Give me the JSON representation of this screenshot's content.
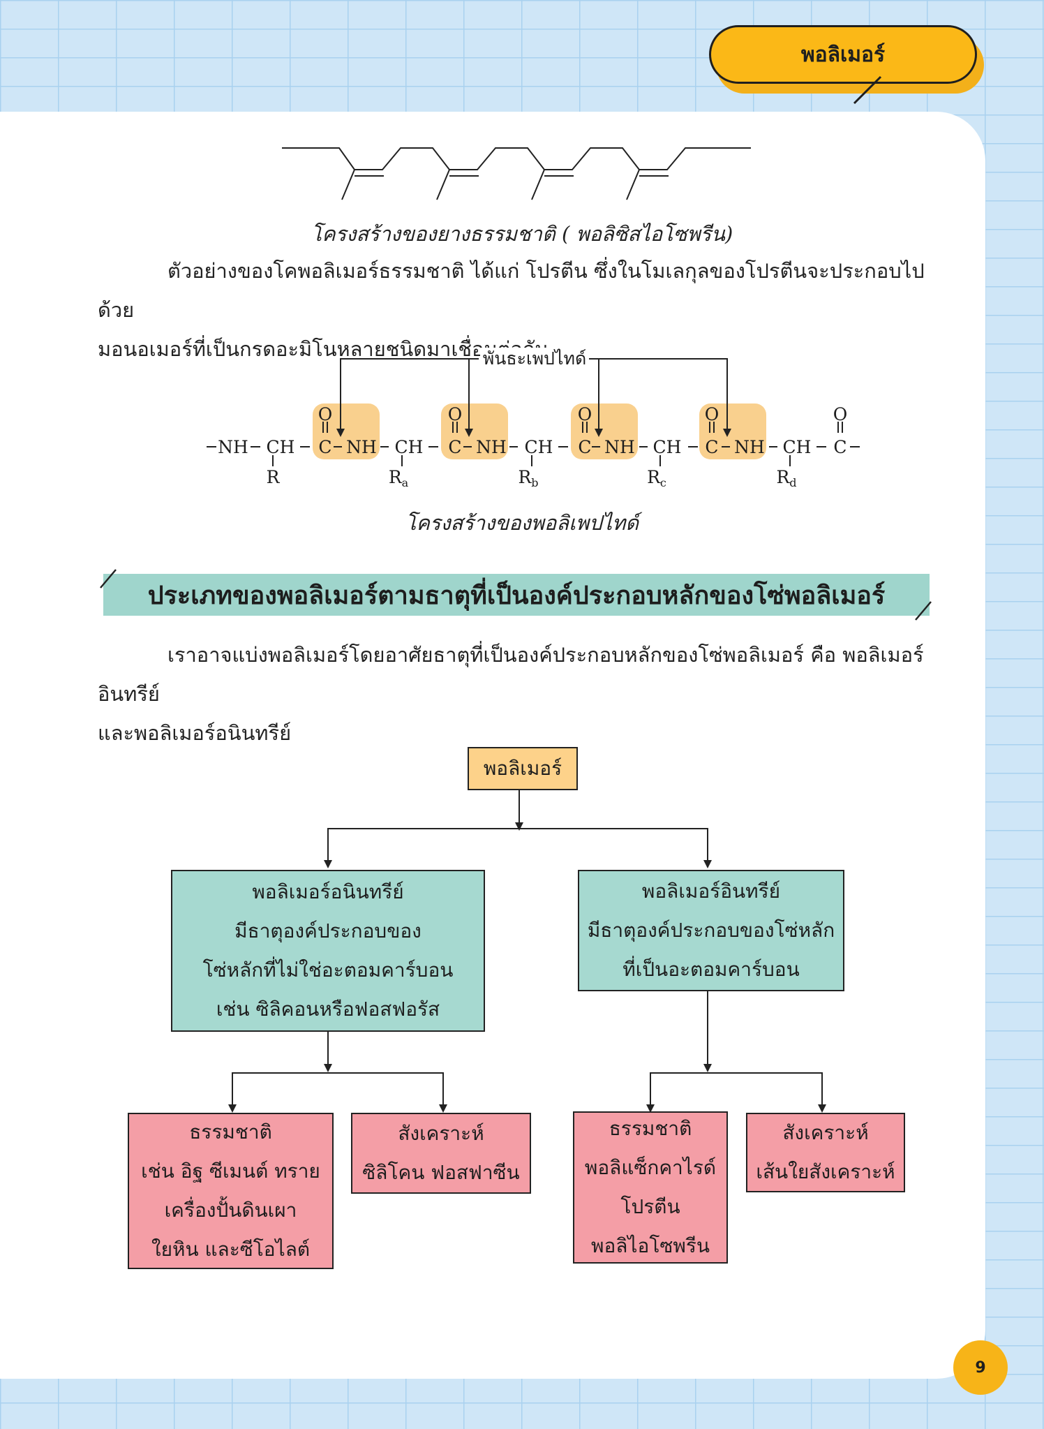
{
  "tag": "พอลิเมอร์",
  "rubber_caption": "โครงสร้างของยางธรรมชาติ ( พอลิซิสไอโซพรีน)",
  "para1": {
    "line1": "ตัวอย่างของโคพอลิเมอร์ธรรมชาติ ได้แก่ โปรตีน ซึ่งในโมเลกุลของโปรตีนจะประกอบไปด้วย",
    "line2": "มอนอเมอร์ที่เป็นกรดอะมิโนหลายชนิดมาเชื่อมต่อกัน"
  },
  "peptide": {
    "bond_label": "พันธะเพปไทด์",
    "caption": "โครงสร้างของพอลิเพปไทด์",
    "groups": {
      "nh": "NH",
      "ch": "CH",
      "c": "C",
      "o": "O",
      "r": "R",
      "r_base": "R",
      "ra": "a",
      "rb": "b",
      "rc": "c",
      "rd": "d"
    }
  },
  "section_heading": "ประเภทของพอลิเมอร์ตามธาตุที่เป็นองค์ประกอบหลักของโซ่พอลิเมอร์",
  "para2": {
    "line1": "เราอาจแบ่งพอลิเมอร์โดยอาศัยธาตุที่เป็นองค์ประกอบหลักของโซ่พอลิเมอร์ คือ พอลิเมอร์อินทรีย์",
    "line2": "และพอลิเมอร์อนินทรีย์"
  },
  "diagram": {
    "root": "พอลิเมอร์",
    "inorganic": [
      "พอลิเมอร์อนินทรีย์",
      "มีธาตุองค์ประกอบของ",
      "โซ่หลักที่ไม่ใช่อะตอมคาร์บอน",
      "เช่น ซิลิคอนหรือฟอสฟอรัส"
    ],
    "organic": [
      "พอลิเมอร์อินทรีย์",
      "มีธาตุองค์ประกอบของโซ่หลัก",
      "ที่เป็นอะตอมคาร์บอน"
    ],
    "inorganic_natural": [
      "ธรรมชาติ",
      "เช่น อิฐ ซีเมนต์ ทราย",
      "เครื่องปั้นดินเผา",
      "ใยหิน และซีโอไลต์"
    ],
    "inorganic_synthetic": [
      "สังเคราะห์",
      "ซิลิโคน ฟอสฟาซีน"
    ],
    "organic_natural": [
      "ธรรมชาติ",
      "พอลิแซ็กคาไรด์",
      "โปรตีน",
      "พอลิไอโซพรีน"
    ],
    "organic_synthetic": [
      "สังเคราะห์",
      "เส้นใยสังเคราะห์"
    ]
  },
  "page_number": "9",
  "colors": {
    "tag": "#fbb817",
    "highlight": "#f9d08e",
    "heading_bar": "#9fd5cc",
    "teal_box": "#a6d9d0",
    "pink_box": "#f49ea6",
    "root_box": "#fdd28a"
  }
}
